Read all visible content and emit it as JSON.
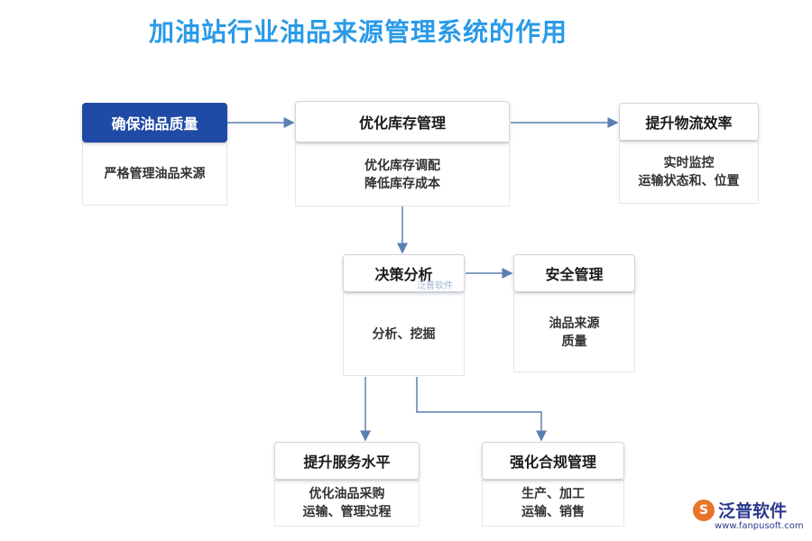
{
  "title": "加油站行业油品来源管理系统的作用",
  "nodes": {
    "ensure_quality": {
      "title": "确保油品质量",
      "lines": [
        "严格管理油品来源"
      ]
    },
    "optimize_inventory": {
      "title": "优化库存管理",
      "lines": [
        "优化库存调配",
        "降低库存成本"
      ]
    },
    "logistics": {
      "title": "提升物流效率",
      "lines": [
        "实时监控",
        "运输状态和、位置"
      ]
    },
    "decision": {
      "title": "决策分析",
      "lines": [
        "分析、挖掘"
      ]
    },
    "safety": {
      "title": "安全管理",
      "lines": [
        "油品来源",
        "质量"
      ]
    },
    "service": {
      "title": "提升服务水平",
      "lines": [
        "优化油品采购",
        "运输、管理过程"
      ]
    },
    "compliance": {
      "title": "强化合规管理",
      "lines": [
        "生产、加工",
        "运输、销售"
      ]
    }
  },
  "watermark": "泛普软件",
  "logo": {
    "text": "泛普软件",
    "url": "www.fanpusoft.com"
  },
  "colors": {
    "title": "#2a9ae8",
    "primary": "#1f4aa6",
    "arrow": "#5b7fb0"
  }
}
